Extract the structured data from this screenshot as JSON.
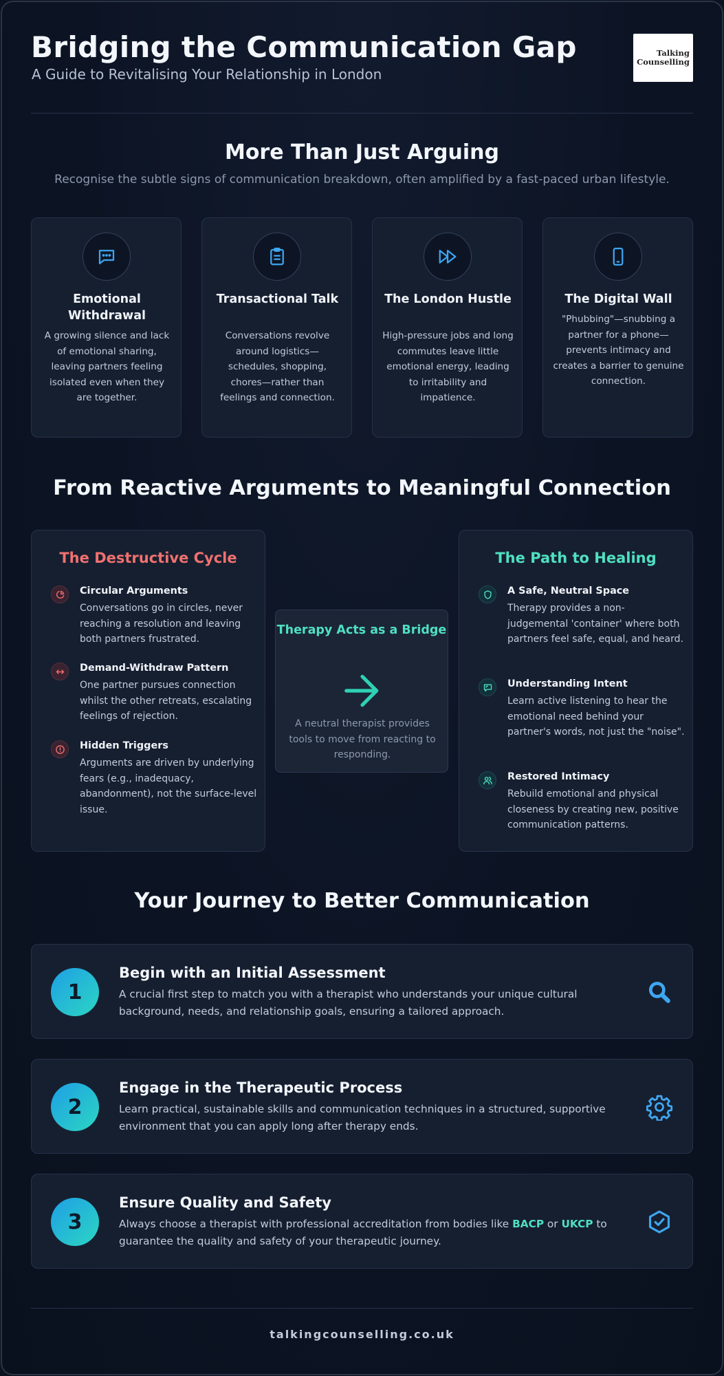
{
  "header": {
    "title": "Bridging the Communication Gap",
    "subtitle": "A Guide to Revitalising Your Relationship in London",
    "logo_text": "Talking\nCounselling"
  },
  "signs": {
    "title": "More Than Just Arguing",
    "subtitle": "Recognise the subtle signs of communication breakdown, often amplified by a fast-paced urban lifestyle.",
    "icon_color": "#3ea6f0",
    "cards": [
      {
        "icon": "message-icon",
        "title": "Emotional Withdrawal",
        "text": "A growing silence and lack of emotional sharing, leaving partners feeling isolated even when they are together."
      },
      {
        "icon": "clipboard-icon",
        "title": "Transactional Talk",
        "text": "Conversations revolve around logistics—schedules, shopping, chores—rather than feelings and connection."
      },
      {
        "icon": "fast-forward-icon",
        "title": "The London Hustle",
        "text": "High-pressure jobs and long commutes leave little emotional energy, leading to irritability and impatience."
      },
      {
        "icon": "phone-icon",
        "title": "The Digital Wall",
        "text": "\"Phubbing\"—snubbing a partner for a phone—prevents intimacy and creates a barrier to genuine connection."
      }
    ]
  },
  "cycle": {
    "title": "From Reactive Arguments to Meaningful Connection",
    "destructive": {
      "title": "The Destructive Cycle",
      "color": "#f0716f",
      "items": [
        {
          "icon": "pie-chart-icon",
          "heading": "Circular Arguments",
          "text": "Conversations go in circles, never reaching a resolution and leaving both partners frustrated."
        },
        {
          "icon": "arrows-horizontal-icon",
          "heading": "Demand-Withdraw Pattern",
          "text": "One partner pursues connection whilst the other retreats, escalating feelings of rejection."
        },
        {
          "icon": "alert-circle-icon",
          "heading": "Hidden Triggers",
          "text": "Arguments are driven by underlying fears (e.g., inadequacy, abandonment), not the surface-level issue."
        }
      ]
    },
    "bridge": {
      "title": "Therapy Acts as a Bridge",
      "text": "A neutral therapist provides tools to move from reacting to responding."
    },
    "healing": {
      "title": "The Path to Healing",
      "color": "#4fe0c0",
      "items": [
        {
          "icon": "shield-icon",
          "heading": "A Safe, Neutral Space",
          "text": "Therapy provides a non-judgemental 'container' where both partners feel safe, equal, and heard."
        },
        {
          "icon": "speech-bubble-icon",
          "heading": "Understanding Intent",
          "text": "Learn active listening to hear the emotional need behind your partner's words, not just the \"noise\"."
        },
        {
          "icon": "users-icon",
          "heading": "Restored Intimacy",
          "text": "Rebuild emotional and physical closeness by creating new, positive communication patterns."
        }
      ]
    }
  },
  "journey": {
    "title": "Your Journey to Better Communication",
    "steps": [
      {
        "number": "1",
        "title": "Begin with an Initial Assessment",
        "text": "A crucial first step to match you with a therapist who understands your unique cultural background, needs, and relationship goals, ensuring a tailored approach.",
        "icon": "search-icon"
      },
      {
        "number": "2",
        "title": "Engage in the Therapeutic Process",
        "text": "Learn practical, sustainable skills and communication techniques in a structured, supportive environment that you can apply long after therapy ends.",
        "icon": "gear-icon"
      },
      {
        "number": "3",
        "title": "Ensure Quality and Safety",
        "text_before": "Always choose a therapist with professional accreditation from bodies like",
        "bacp": "BACP",
        "or": "or",
        "ukcp": "UKCP",
        "text_after": "to guarantee the quality and safety of your therapeutic journey.",
        "icon": "check-badge-icon"
      }
    ]
  },
  "footer": {
    "url": "talkingcounselling.co.uk"
  }
}
